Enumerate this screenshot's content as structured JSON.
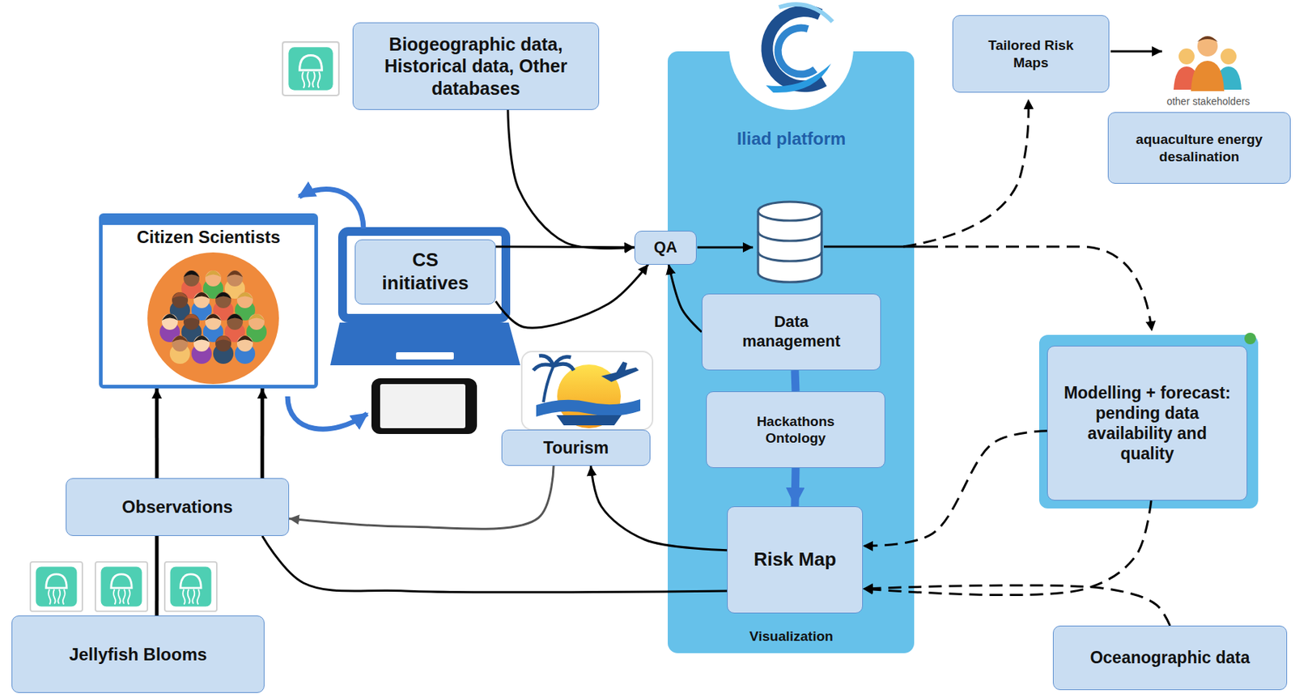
{
  "diagram": {
    "nodes": [
      {
        "text": [
          "Biogeographic data, Historical data, Other databases"
        ]
      },
      {
        "text": [
          "Iliad platform",
          "Visualization"
        ]
      },
      {
        "text": [
          "Tailored Risk Maps"
        ]
      },
      {
        "text": [
          "aquaculture energy desalination"
        ]
      },
      {
        "text": [
          "Citizen Scientists"
        ]
      },
      {
        "text": [
          "CS initiatives"
        ]
      },
      {
        "text": [
          "QA"
        ]
      },
      {
        "text": [
          "Data management"
        ],
        "in": 1
      },
      {
        "text": [
          "Hackathons Ontology"
        ],
        "in": 1
      },
      {
        "text": [
          "Modelling + forecast: pending data availability and quality"
        ]
      },
      {
        "text": [
          "Tourism"
        ]
      },
      {
        "text": [
          "Observations"
        ]
      },
      {
        "text": [
          "Risk Map"
        ],
        "in": 1
      },
      {
        "text": [
          "Jellyfish Blooms"
        ]
      },
      {
        "text": [
          "Oceanographic data"
        ]
      }
    ],
    "edges": [
      {
        "from": 0,
        "to": 6,
        "arrow": "to"
      },
      {
        "from": 5,
        "to": 6,
        "arrow": "to"
      },
      {
        "from": 5,
        "to": 6,
        "arrow": "to"
      },
      {
        "from": 7,
        "to": 6,
        "arrow": "to"
      },
      {
        "from": 7,
        "to": 8,
        "arrow": "none"
      },
      {
        "from": 8,
        "to": 12,
        "arrow": "to"
      },
      {
        "from": 9,
        "to": 12,
        "arrow": "to"
      },
      {
        "from": 9,
        "to": 12,
        "arrow": "to"
      },
      {
        "from": 14,
        "to": 12,
        "arrow": "to"
      },
      {
        "from": 12,
        "to": 10,
        "arrow": "to"
      },
      {
        "from": 10,
        "to": 11,
        "arrow": "to"
      },
      {
        "from": 12,
        "to": 11,
        "arrow": "none"
      },
      {
        "from": 11,
        "to": 4,
        "arrow": "to"
      },
      {
        "from": 11,
        "to": 4,
        "arrow": "to"
      },
      {
        "from": 13,
        "to": 11,
        "arrow": "none"
      }
    ],
    "labels": [
      "other stakeholders"
    ]
  }
}
